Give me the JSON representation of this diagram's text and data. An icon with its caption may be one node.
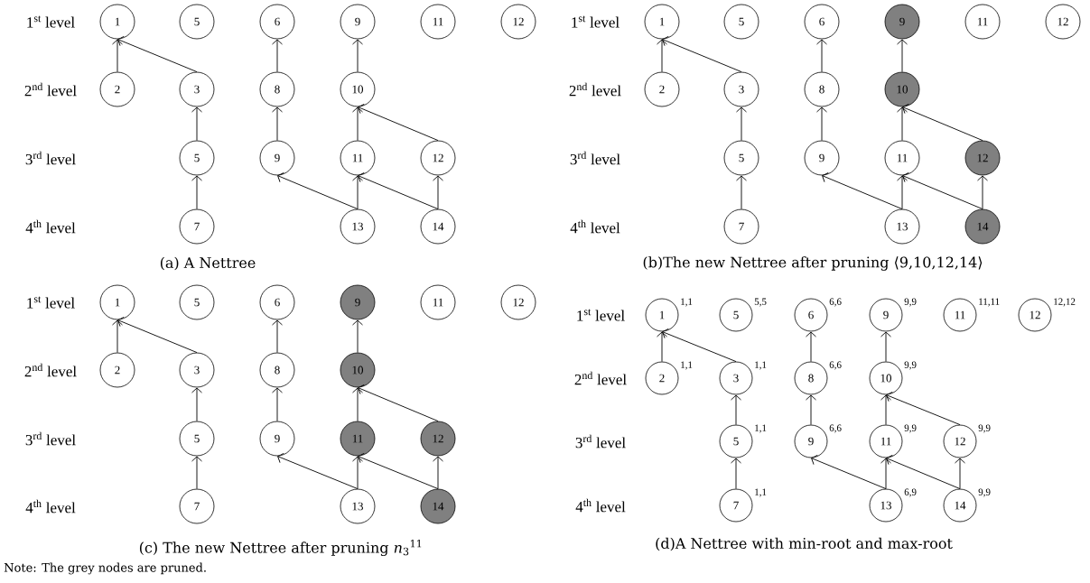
{
  "diagram": {
    "nodes": [
      {
        "text": [
          "1"
        ]
      },
      {
        "text": [
          "5"
        ]
      },
      {
        "text": [
          "6"
        ]
      },
      {
        "text": [
          "9"
        ]
      },
      {
        "text": [
          "11"
        ]
      },
      {
        "text": [
          "12"
        ]
      },
      {
        "text": [
          "2"
        ]
      },
      {
        "text": [
          "3"
        ]
      },
      {
        "text": [
          "8"
        ]
      },
      {
        "text": [
          "10"
        ]
      },
      {
        "text": [
          "5"
        ]
      },
      {
        "text": [
          "9"
        ]
      },
      {
        "text": [
          "11"
        ]
      },
      {
        "text": [
          "12"
        ]
      },
      {
        "text": [
          "7"
        ]
      },
      {
        "text": [
          "13"
        ]
      },
      {
        "text": [
          "14"
        ]
      },
      {
        "text": [
          "1"
        ]
      },
      {
        "text": [
          "5"
        ]
      },
      {
        "text": [
          "6"
        ]
      },
      {
        "text": [
          "9"
        ]
      },
      {
        "text": [
          "11"
        ]
      },
      {
        "text": [
          "12"
        ]
      },
      {
        "text": [
          "2"
        ]
      },
      {
        "text": [
          "3"
        ]
      },
      {
        "text": [
          "8"
        ]
      },
      {
        "text": [
          "10"
        ]
      },
      {
        "text": [
          "5"
        ]
      },
      {
        "text": [
          "9"
        ]
      },
      {
        "text": [
          "11"
        ]
      },
      {
        "text": [
          "12"
        ]
      },
      {
        "text": [
          "7"
        ]
      },
      {
        "text": [
          "13"
        ]
      },
      {
        "text": [
          "14"
        ]
      },
      {
        "text": [
          "1"
        ]
      },
      {
        "text": [
          "5"
        ]
      },
      {
        "text": [
          "6"
        ]
      },
      {
        "text": [
          "9"
        ]
      },
      {
        "text": [
          "11"
        ]
      },
      {
        "text": [
          "12"
        ]
      },
      {
        "text": [
          "2"
        ]
      },
      {
        "text": [
          "3"
        ]
      },
      {
        "text": [
          "8"
        ]
      },
      {
        "text": [
          "10"
        ]
      },
      {
        "text": [
          "5"
        ]
      },
      {
        "text": [
          "9"
        ]
      },
      {
        "text": [
          "11"
        ]
      },
      {
        "text": [
          "12"
        ]
      },
      {
        "text": [
          "7"
        ]
      },
      {
        "text": [
          "13"
        ]
      },
      {
        "text": [
          "14"
        ]
      },
      {
        "text": [
          "1"
        ],
        "beside": [
          "1,1"
        ]
      },
      {
        "text": [
          "5"
        ],
        "beside": [
          "5,5"
        ]
      },
      {
        "text": [
          "6"
        ],
        "beside": [
          "6,6"
        ]
      },
      {
        "text": [
          "9"
        ],
        "beside": [
          "9,9"
        ]
      },
      {
        "text": [
          "11"
        ],
        "beside": [
          "11,11"
        ]
      },
      {
        "text": [
          "12"
        ],
        "beside": [
          "12,12"
        ]
      },
      {
        "text": [
          "2"
        ],
        "beside": [
          "1,1"
        ]
      },
      {
        "text": [
          "3"
        ],
        "beside": [
          "1,1"
        ]
      },
      {
        "text": [
          "8"
        ],
        "beside": [
          "6,6"
        ]
      },
      {
        "text": [
          "10"
        ],
        "beside": [
          "9,9"
        ]
      },
      {
        "text": [
          "5"
        ],
        "beside": [
          "1,1"
        ]
      },
      {
        "text": [
          "9"
        ],
        "beside": [
          "6,6"
        ]
      },
      {
        "text": [
          "11"
        ],
        "beside": [
          "9,9"
        ]
      },
      {
        "text": [
          "12"
        ],
        "beside": [
          "9,9"
        ]
      },
      {
        "text": [
          "7"
        ],
        "beside": [
          "1,1"
        ]
      },
      {
        "text": [
          "13"
        ],
        "beside": [
          "6,9"
        ]
      },
      {
        "text": [
          "14"
        ],
        "beside": [
          "9,9"
        ]
      }
    ],
    "edges": [
      {
        "from": 6,
        "to": 0,
        "arrow": "to"
      },
      {
        "from": 7,
        "to": 0,
        "arrow": "to"
      },
      {
        "from": 10,
        "to": 7,
        "arrow": "to"
      },
      {
        "from": 14,
        "to": 10,
        "arrow": "to"
      },
      {
        "from": 8,
        "to": 2,
        "arrow": "to"
      },
      {
        "from": 11,
        "to": 8,
        "arrow": "to"
      },
      {
        "from": 9,
        "to": 3,
        "arrow": "to"
      },
      {
        "from": 12,
        "to": 9,
        "arrow": "to"
      },
      {
        "from": 13,
        "to": 9,
        "arrow": "to"
      },
      {
        "from": 15,
        "to": 11,
        "arrow": "to"
      },
      {
        "from": 15,
        "to": 12,
        "arrow": "to"
      },
      {
        "from": 16,
        "to": 12,
        "arrow": "to"
      },
      {
        "from": 16,
        "to": 13,
        "arrow": "to"
      },
      {
        "from": 23,
        "to": 17,
        "arrow": "to"
      },
      {
        "from": 24,
        "to": 17,
        "arrow": "to"
      },
      {
        "from": 27,
        "to": 24,
        "arrow": "to"
      },
      {
        "from": 31,
        "to": 27,
        "arrow": "to"
      },
      {
        "from": 25,
        "to": 19,
        "arrow": "to"
      },
      {
        "from": 28,
        "to": 25,
        "arrow": "to"
      },
      {
        "from": 26,
        "to": 20,
        "arrow": "to"
      },
      {
        "from": 29,
        "to": 26,
        "arrow": "to"
      },
      {
        "from": 30,
        "to": 26,
        "arrow": "to"
      },
      {
        "from": 32,
        "to": 28,
        "arrow": "to"
      },
      {
        "from": 32,
        "to": 29,
        "arrow": "to"
      },
      {
        "from": 33,
        "to": 29,
        "arrow": "to"
      },
      {
        "from": 33,
        "to": 30,
        "arrow": "to"
      },
      {
        "from": 40,
        "to": 34,
        "arrow": "to"
      },
      {
        "from": 41,
        "to": 34,
        "arrow": "to"
      },
      {
        "from": 44,
        "to": 41,
        "arrow": "to"
      },
      {
        "from": 48,
        "to": 44,
        "arrow": "to"
      },
      {
        "from": 42,
        "to": 36,
        "arrow": "to"
      },
      {
        "from": 45,
        "to": 42,
        "arrow": "to"
      },
      {
        "from": 43,
        "to": 37,
        "arrow": "to"
      },
      {
        "from": 46,
        "to": 43,
        "arrow": "to"
      },
      {
        "from": 47,
        "to": 43,
        "arrow": "to"
      },
      {
        "from": 49,
        "to": 45,
        "arrow": "to"
      },
      {
        "from": 49,
        "to": 46,
        "arrow": "to"
      },
      {
        "from": 50,
        "to": 46,
        "arrow": "to"
      },
      {
        "from": 50,
        "to": 47,
        "arrow": "to"
      },
      {
        "from": 57,
        "to": 51,
        "arrow": "to"
      },
      {
        "from": 58,
        "to": 51,
        "arrow": "to"
      },
      {
        "from": 61,
        "to": 58,
        "arrow": "to"
      },
      {
        "from": 65,
        "to": 61,
        "arrow": "to"
      },
      {
        "from": 59,
        "to": 53,
        "arrow": "to"
      },
      {
        "from": 62,
        "to": 59,
        "arrow": "to"
      },
      {
        "from": 60,
        "to": 54,
        "arrow": "to"
      },
      {
        "from": 63,
        "to": 60,
        "arrow": "to"
      },
      {
        "from": 64,
        "to": 60,
        "arrow": "to"
      },
      {
        "from": 66,
        "to": 62,
        "arrow": "to"
      },
      {
        "from": 66,
        "to": 63,
        "arrow": "to"
      },
      {
        "from": 67,
        "to": 63,
        "arrow": "to"
      },
      {
        "from": 67,
        "to": 64,
        "arrow": "to"
      }
    ],
    "labels": [
      "1$^{st}$ level",
      "2$^{nd}$ level",
      "3$^{rd}$ level",
      "4$^{th}$ level",
      "1$^{st}$ level",
      "2$^{nd}$ level",
      "3$^{rd}$ level",
      "4$^{th}$ level",
      "(a) A Nettree",
      "(b)The new Nettree after pruning ⟨9,10,12,14⟩",
      "1$^{st}$ level",
      "2$^{nd}$ level",
      "3$^{rd}$ level",
      "4$^{th}$ level",
      "1$^{st}$ level",
      "2$^{nd}$ level",
      "3$^{rd}$ level",
      "4$^{th}$ level",
      "(c) The new Nettree after pruning *n*$_{3}$$^{11}$",
      "(d)A Nettree with min-root and max-root",
      "Note: The grey nodes are pruned."
    ]
  }
}
